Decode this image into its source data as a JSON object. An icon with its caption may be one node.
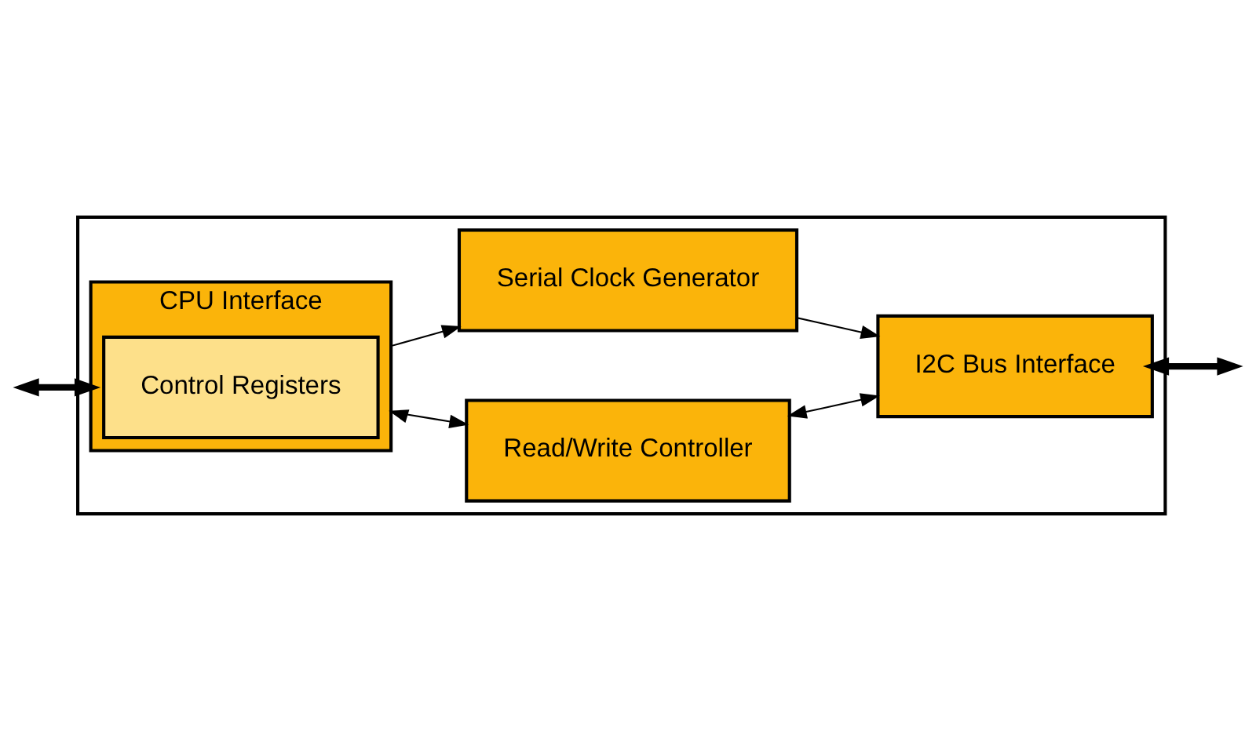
{
  "diagram": {
    "nodes": [
      {
        "text": [],
        "shape": "box"
      },
      {
        "text": [
          "CPU Interface"
        ],
        "in": 0
      },
      {
        "text": [
          "Control Registers"
        ],
        "in": 1
      },
      {
        "text": [
          "Read/Write Controller"
        ],
        "in": 0
      },
      {
        "text": [
          "I2C Bus Interface"
        ],
        "in": 0
      },
      {
        "text": [
          "Serial Clock Generator"
        ],
        "in": 0
      }
    ],
    "edges": [
      {
        "from": null,
        "to": 1,
        "arrow": "both",
        "style": "thick"
      },
      {
        "from": 1,
        "to": 3,
        "arrow": "both"
      },
      {
        "from": 3,
        "to": 4,
        "arrow": "both"
      },
      {
        "from": 4,
        "to": null,
        "arrow": "both",
        "style": "thick"
      },
      {
        "from": 1,
        "to": 5,
        "arrow": "to"
      },
      {
        "from": 5,
        "to": 4,
        "arrow": "to"
      }
    ]
  }
}
